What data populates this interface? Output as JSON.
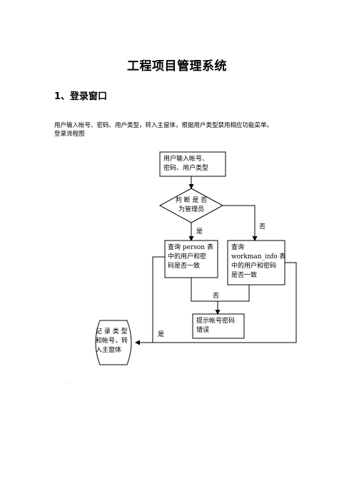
{
  "doc": {
    "title": "工程项目管理系统",
    "section_heading": "1、登录窗口",
    "paragraph": "用户输入帐号、密码、用户类型，转入主窗体，根据用户类型禁用相应功能菜单。",
    "caption": "登录流程图",
    "trailing_mark": "."
  },
  "flowchart": {
    "input_box": {
      "line1": "用户输入帐号、",
      "line2": "密码、用户类型"
    },
    "decision": {
      "line1": "判 断 是 否",
      "line2": "为管理员"
    },
    "person_box": {
      "line1": "查询 person 表",
      "line2": "中的用户和密",
      "line3": "码是否一致"
    },
    "workman_box": {
      "line1": "查询",
      "line2": "workman_info  表",
      "line3": "中的用户和密码",
      "line4": "是否一致"
    },
    "error_box": {
      "line1": "提示帐号密码",
      "line2": "错误"
    },
    "record_box": {
      "line1": "记 录 类 型",
      "line2": "和帐号，转",
      "line3": "入主窗体"
    },
    "label_yes_decision": "是",
    "label_no_decision": "否",
    "label_no_merge": "否",
    "label_yes_record": "是"
  }
}
